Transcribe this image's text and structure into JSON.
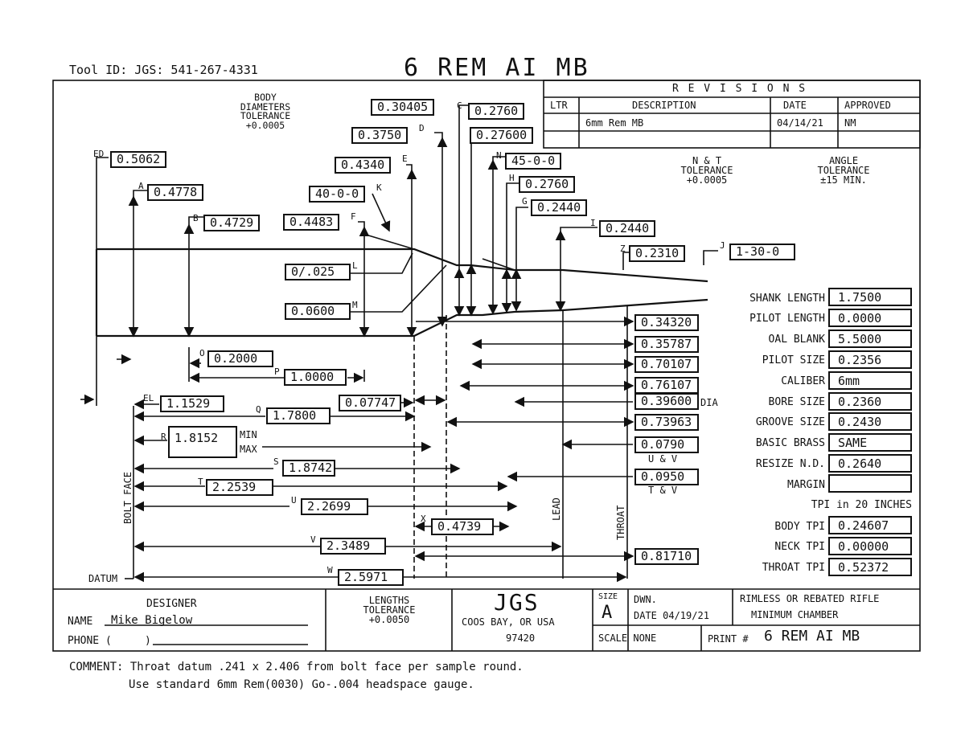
{
  "header": {
    "tool_id": "Tool ID: JGS: 541-267-4331",
    "title": "6 REM AI MB"
  },
  "tolerances": {
    "body": [
      "BODY",
      "DIAMETERS",
      "TOLERANCE",
      "+0.0005"
    ],
    "nt": [
      "N & T",
      "TOLERANCE",
      "+0.0005"
    ],
    "angle": [
      "ANGLE",
      "TOLERANCE",
      "±15 MIN."
    ],
    "lengths": [
      "LENGTHS",
      "TOLERANCE",
      "+0.0050"
    ]
  },
  "revisions": {
    "heading": "R E V I S I O N S",
    "columns": [
      "LTR",
      "DESCRIPTION",
      "DATE",
      "APPROVED"
    ],
    "rows": [
      {
        "ltr": "",
        "description": "6mm Rem MB",
        "date": "04/14/21",
        "approved": "NM"
      },
      {
        "ltr": "",
        "description": "",
        "date": "",
        "approved": ""
      }
    ]
  },
  "dims": {
    "ED": "0.5062",
    "A": "0.4778",
    "B": "0.4729",
    "F": "0.4483",
    "C_top": "0.30405",
    "C": "0.2760",
    "D": "0.3750",
    "D2": "0.27600",
    "E": "0.4340",
    "K": "40-0-0",
    "N": "45-0-0",
    "H": "0.2760",
    "G": "0.2440",
    "I": "0.2440",
    "Z": "0.2310",
    "J": "1-30-0",
    "L": "0/.025",
    "M": "0.0600",
    "O": "0.2000",
    "P": "1.0000",
    "EL": "1.1529",
    "Q": "1.7800",
    "Q2": "0.07747",
    "R": "1.8152",
    "S": "1.8742",
    "T": "2.2539",
    "U": "2.2699",
    "X": "0.4739",
    "V": "2.3489",
    "W": "2.5971"
  },
  "dim_letters": {
    "ED": "ED",
    "A": "A",
    "B": "B",
    "F": "F",
    "C": "C",
    "D": "D",
    "E": "E",
    "K": "K",
    "N": "N",
    "H": "H",
    "G": "G",
    "I": "I",
    "Z": "Z",
    "J": "J",
    "L": "L",
    "M": "M",
    "O": "O",
    "P": "P",
    "EL": "EL",
    "Q": "Q",
    "R": "R",
    "S": "S",
    "T": "T",
    "U": "U",
    "X": "X",
    "V": "V",
    "W": "W"
  },
  "r_minmax": [
    "MIN",
    "MAX"
  ],
  "right_values": [
    "0.34320",
    "0.35787",
    "0.70107",
    "0.76107",
    "0.39600",
    "0.73963",
    "0.0790",
    "0.0950",
    "0.81710"
  ],
  "right_sublabels": {
    "dia": "DIA",
    "uv": "U & V",
    "tv": "T & V"
  },
  "vertical_labels": {
    "bolt_face": "BOLT FACE",
    "lead": "LEAD",
    "throat": "THROAT"
  },
  "datum": "DATUM",
  "specs": [
    {
      "label": "SHANK LENGTH",
      "value": "1.7500"
    },
    {
      "label": "PILOT LENGTH",
      "value": "0.0000"
    },
    {
      "label": "OAL BLANK",
      "value": "5.5000"
    },
    {
      "label": "PILOT SIZE",
      "value": "0.2356"
    },
    {
      "label": "CALIBER",
      "value": "6mm"
    },
    {
      "label": "BORE SIZE",
      "value": "0.2360"
    },
    {
      "label": "GROOVE SIZE",
      "value": "0.2430"
    },
    {
      "label": "BASIC BRASS",
      "value": "SAME"
    },
    {
      "label": "RESIZE N.D.",
      "value": "0.2640"
    },
    {
      "label": "MARGIN",
      "value": ""
    }
  ],
  "tpi": {
    "heading": "TPI in 20 INCHES",
    "rows": [
      {
        "label": "BODY TPI",
        "value": "0.24607"
      },
      {
        "label": "NECK TPI",
        "value": "0.00000"
      },
      {
        "label": "THROAT TPI",
        "value": "0.52372"
      }
    ]
  },
  "title_block": {
    "designer_label": "DESIGNER",
    "name_label": "NAME",
    "name_value": "Mike Bigelow",
    "phone_label": "PHONE (",
    "phone_paren": ")",
    "company": "JGS",
    "city": "COOS BAY, OR USA",
    "zip": "97420",
    "size_label": "SIZE",
    "size_value": "A",
    "dwn_label": "DWN.",
    "date": "DATE 04/19/21",
    "desc1": "RIMLESS OR REBATED RIFLE",
    "desc2": "MINIMUM CHAMBER",
    "scale": "SCALE NONE",
    "print_label": "PRINT #",
    "print_value": "6 REM AI MB"
  },
  "comment": {
    "line1": "COMMENT: Throat datum .241 x 2.406 from bolt face per sample round.",
    "line2": "Use standard 6mm Rem(0030) Go-.004 headspace gauge."
  }
}
